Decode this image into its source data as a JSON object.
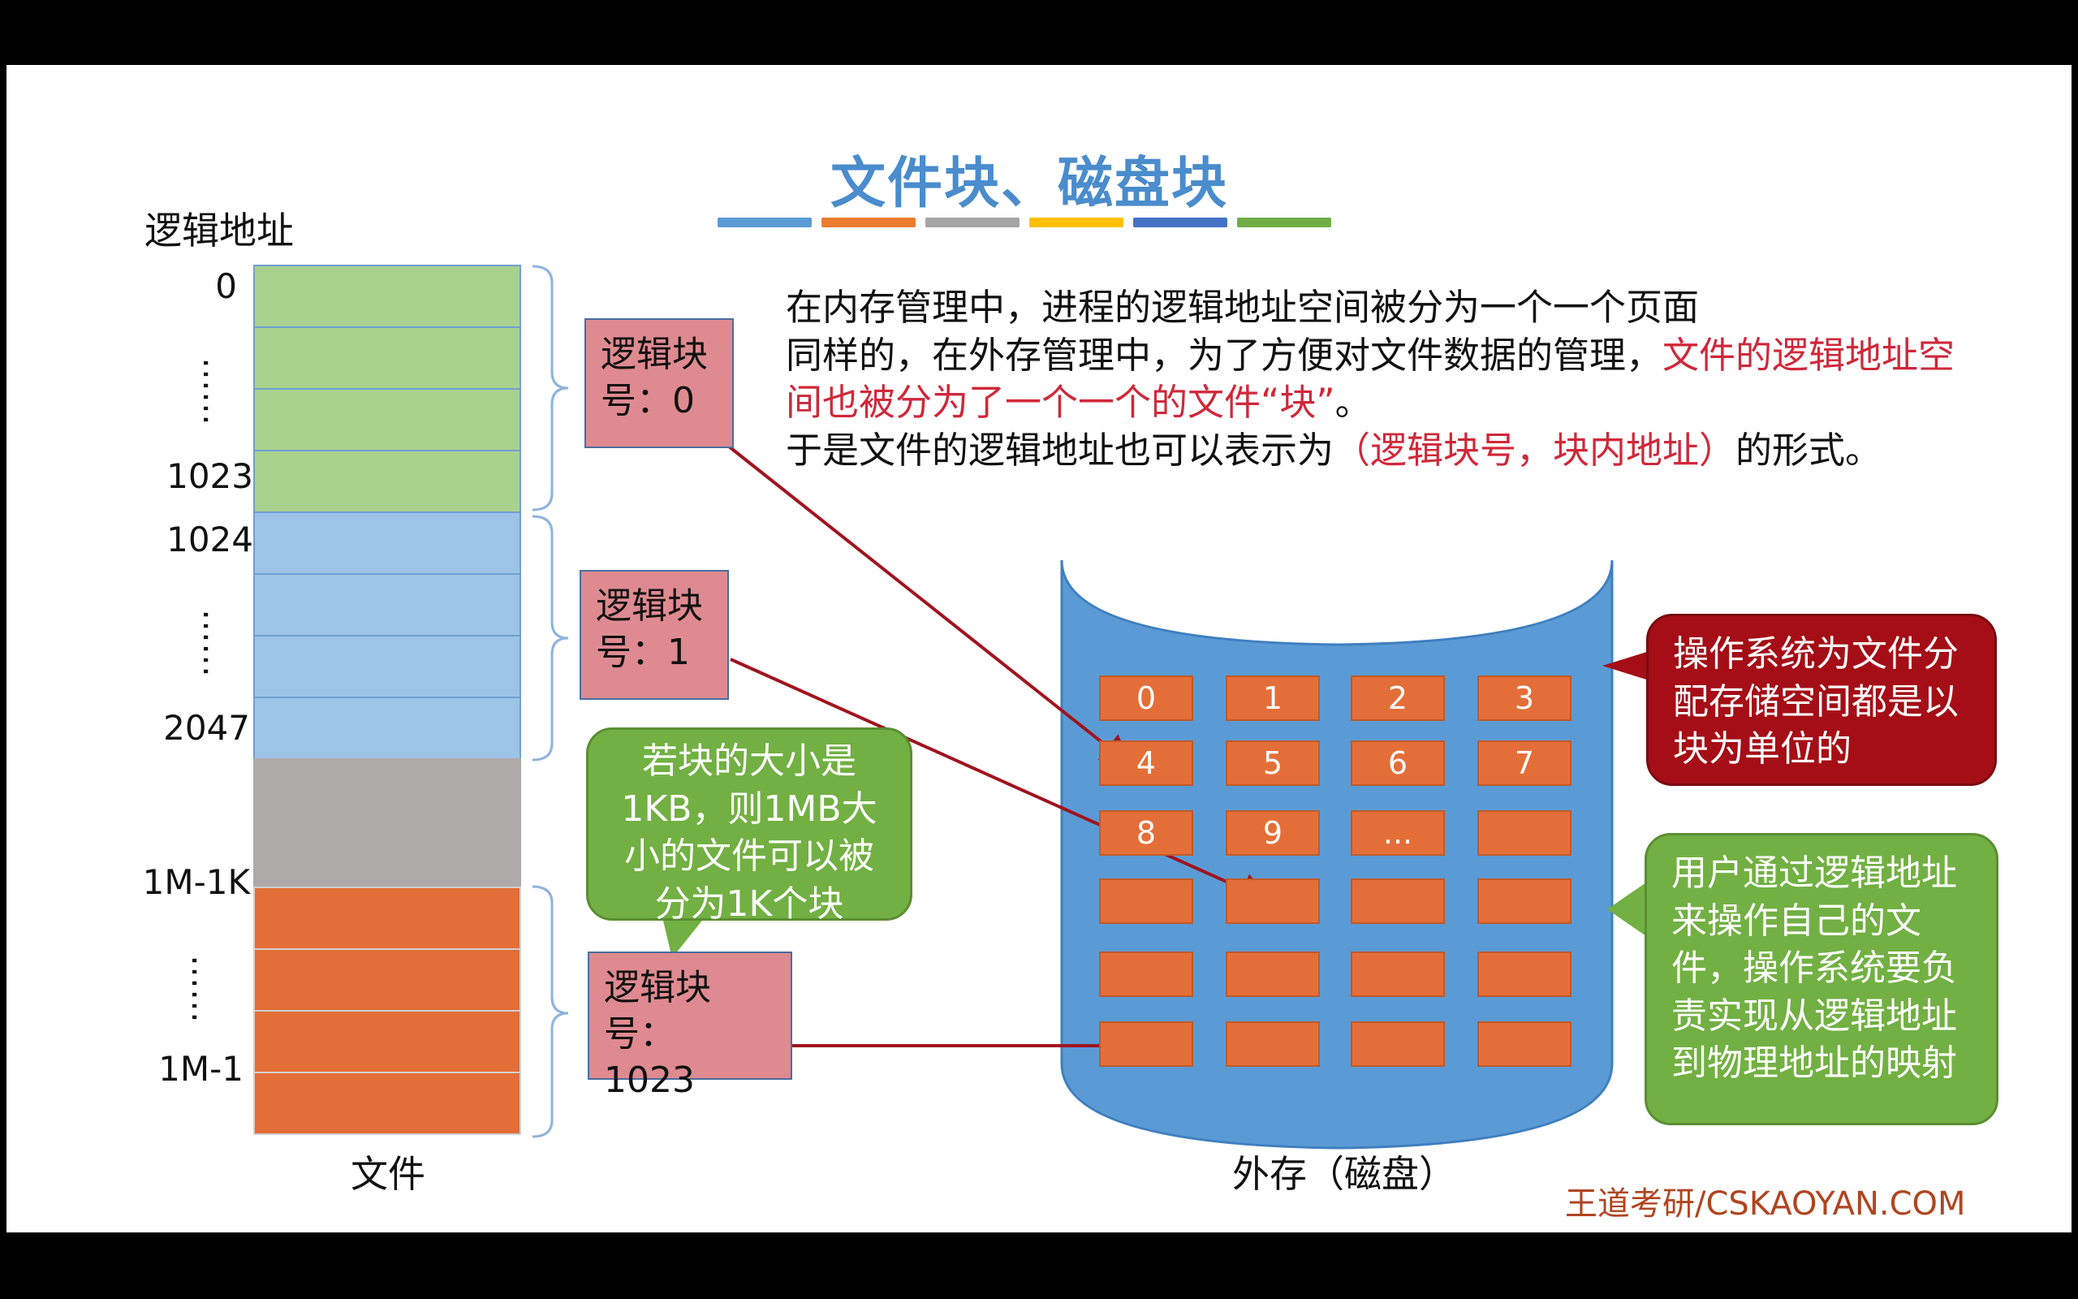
{
  "title": "文件块、磁盘块",
  "title_bar_colors": [
    "#5b9bd5",
    "#ed7d31",
    "#a5a5a5",
    "#ffc000",
    "#4472c4",
    "#70ad47"
  ],
  "left": {
    "header": "逻辑地址",
    "addresses": [
      "0",
      "1023",
      "1024",
      "2047",
      "1M-1K",
      "1M-1"
    ],
    "dots": "……",
    "file_label": "文件"
  },
  "logical_blocks": {
    "b0": "逻辑块号：0",
    "b1": "逻辑块号：1",
    "b1023_line1": "逻辑块号：",
    "b1023_line2": "1023"
  },
  "paragraph": {
    "line1": "在内存管理中，进程的逻辑地址空间被分为一个一个页面",
    "line2_black": "同样的，在外存管理中，为了方便对文件数据的管理，",
    "line2_red": "文件的逻辑地址空间也被分为了一个一个的文件“块”",
    "line2_end": "。",
    "line3_black": "于是文件的逻辑地址也可以表示为",
    "line3_red": "（逻辑块号，块内地址）",
    "line3_end": "的形式。"
  },
  "green_note": "若块的大小是1KB，则1MB大小的文件可以被分为1K个块",
  "disk": {
    "label": "外存（磁盘）",
    "block_labels": [
      "0",
      "1",
      "2",
      "3",
      "4",
      "5",
      "6",
      "7",
      "8",
      "9",
      "...",
      "",
      "",
      "",
      "",
      "",
      "",
      "",
      "",
      "",
      "",
      "",
      "",
      ""
    ]
  },
  "callouts": {
    "red": "操作系统为文件分配存储空间都是以块为单位的",
    "green": "用户通过逻辑地址来操作自己的文件，操作系统要负责实现从逻辑地址到物理地址的映射"
  },
  "brand": "王道考研/CSKAOYAN.COM"
}
